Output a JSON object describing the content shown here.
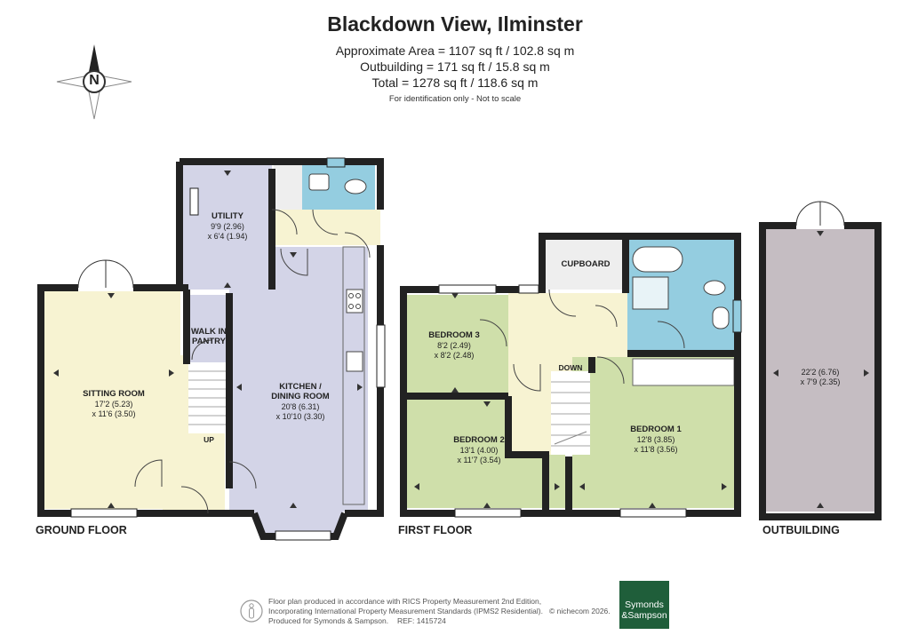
{
  "header": {
    "title": "Blackdown View, Ilminster",
    "area_line": "Approximate Area = 1107 sq ft / 102.8 sq m",
    "outbuilding_line": "Outbuilding = 171 sq ft / 15.8 sq m",
    "total_line": "Total = 1278 sq ft / 118.6 sq m",
    "disclaimer": "For identification only - Not to scale"
  },
  "compass": {
    "label": "N"
  },
  "floors": {
    "ground": "GROUND FLOOR",
    "first": "FIRST FLOOR",
    "outbuilding": "OUTBUILDING"
  },
  "rooms": {
    "utility": {
      "name": "UTILITY",
      "dim1": "9'9 (2.96)",
      "dim2": "x 6'4 (1.94)"
    },
    "walk_in_pantry": {
      "line1": "WALK IN",
      "line2": "PANTRY"
    },
    "sitting_room": {
      "name": "SITTING ROOM",
      "dim1": "17'2 (5.23)",
      "dim2": "x 11'6 (3.50)"
    },
    "kitchen": {
      "line1": "KITCHEN /",
      "line2": "DINING ROOM",
      "dim1": "20'8 (6.31)",
      "dim2": "x 10'10 (3.30)"
    },
    "stairs_up": "UP",
    "cupboard": "CUPBOARD",
    "bedroom3": {
      "name": "BEDROOM 3",
      "dim1": "8'2 (2.49)",
      "dim2": "x 8'2 (2.48)"
    },
    "stairs_down": "DOWN",
    "bedroom2": {
      "name": "BEDROOM 2",
      "dim1": "13'1 (4.00)",
      "dim2": "x 11'7 (3.54)"
    },
    "bedroom1": {
      "name": "BEDROOM 1",
      "dim1": "12'8 (3.85)",
      "dim2": "x 11'8 (3.56)"
    },
    "outbuilding": {
      "dim1": "22'2 (6.76)",
      "dim2": "x 7'9 (2.35)"
    }
  },
  "footer": {
    "line1": "Floor plan produced in accordance with RICS Property Measurement 2nd Edition,",
    "line2": "Incorporating International Property Measurement Standards (IPMS2 Residential).",
    "line3": "Produced for Symonds & Sampson.",
    "copyright": "© nichecom 2026.",
    "ref": "REF: 1415724",
    "logo_line1": "Symonds",
    "logo_line2": "&Sampson"
  },
  "colors": {
    "wall": "#222222",
    "yellow": "#f7f3d2",
    "lavender": "#d3d4e7",
    "green": "#cfdfaa",
    "blue": "#94cde0",
    "grey": "#eeeeee",
    "mauve": "#c5bdc2",
    "logo": "#1f5e3a"
  }
}
